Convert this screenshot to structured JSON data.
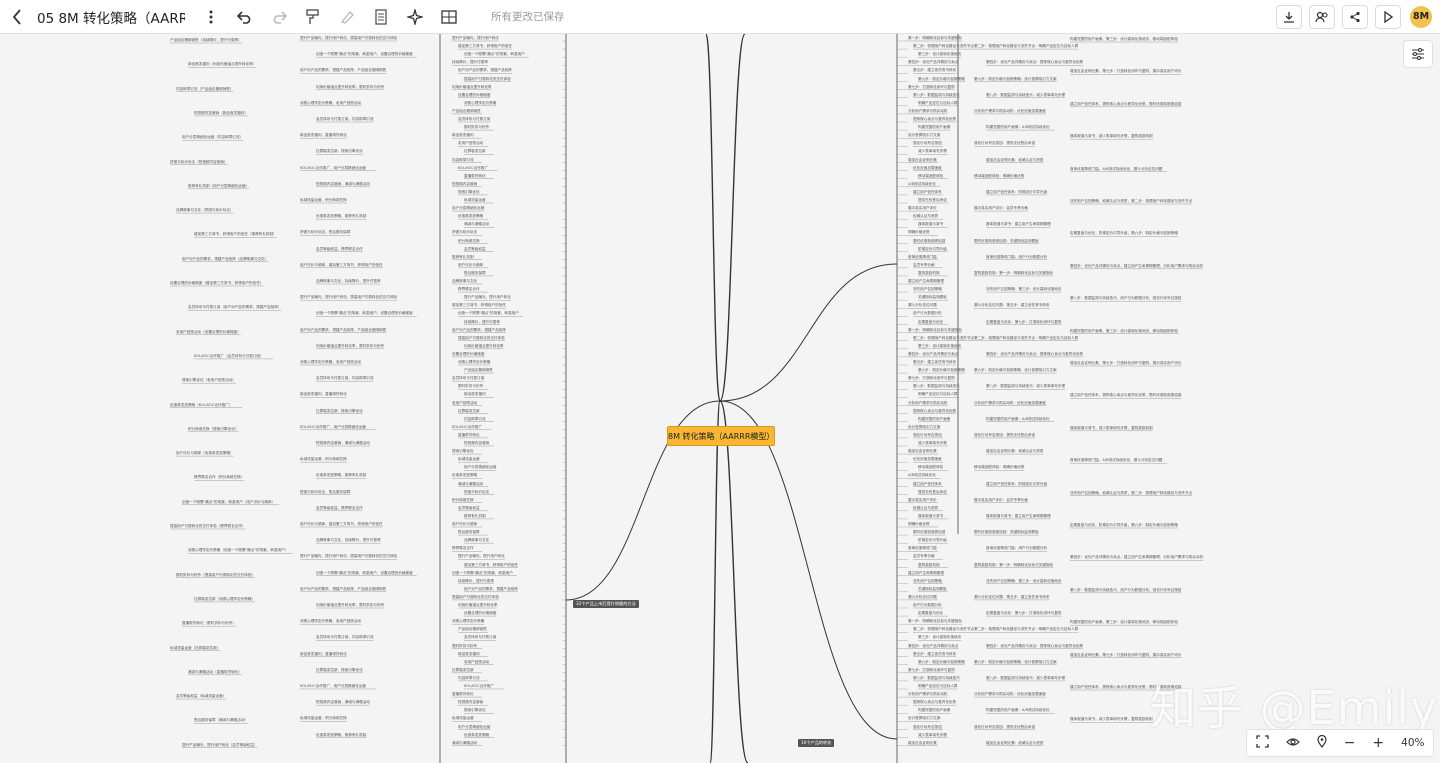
{
  "document": {
    "title": "05 8M 转化策略（AARRR模",
    "save_status": "所有更改已保存"
  },
  "toolbar": {
    "back_icon": "chevron-left-icon",
    "more_icon": "vertical-dots-icon",
    "undo_icon": "undo-icon",
    "redo_icon": "redo-icon",
    "format_painter_icon": "format-painter-icon",
    "clear_format_icon": "clear-format-icon",
    "insert_icon": "insert-icon",
    "ai_icon": "sparkle-icon",
    "structure_icon": "structure-icon"
  },
  "right_tools": {
    "download_icon": "download-icon",
    "collaborate_icon": "people-icon",
    "share_icon": "share-icon",
    "present_icon": "play-icon",
    "avatar_label": "8M"
  },
  "mindmap": {
    "root": "8M 转化策略（AARRR模型）",
    "branch_left_1": "32个产品上市后提升销量的方法",
    "branch_left_2": "10个产品的转化",
    "left_nodes": [
      "提升产品曝光，提升用户转化",
      "增加第三方背书，获得用户的信任",
      "创造一个刚需\"痛点\"的场景，刺激用户",
      "持续降价，提升付费率",
      "用户对产品的需求、搭建产品矩阵",
      "提高用户付费转化的交付体验",
      "利用价格锚点提升转化率",
      "设置合理的价格梯度",
      "消费心理学定价策略",
      "产品组合捆绑销售",
      "会员体系与付费订阅",
      "限时折扣与秒杀",
      "新品首发福利",
      "老用户回馈活动",
      "社群裂变拉新",
      "内容种草引流",
      "KOL/KOC合作推广",
      "直播带货转化",
      "短视频内容营销",
      "搜索引擎优化",
      "私域流量运营",
      "用户分层精细化运营",
      "优惠券发放策略",
      "满减与满赠活动",
      "拼团与砍价玩法",
      "积分商城兑换",
      "会员等级权益",
      "推荐有礼机制",
      "用户评价与晒单",
      "售后服务保障",
      "品牌故事与文化",
      "跨界联名合作"
    ],
    "right_nodes": [
      "第一步：明确转化目标与关键指标",
      "第二步：梳理用户转化路径与流失节点",
      "第三步：设计高转化落地页",
      "第四步：优化产品详情页与卖点",
      "第五步：建立信任背书体系",
      "第六步：制定价格与促销策略",
      "第七步：打造转化闭环与复购",
      "第八步：数据监测与持续迭代",
      "明确产品定位与目标人群",
      "分析用户需求与购买动机",
      "提炼核心卖点与差异化优势",
      "构建完整的用户画像",
      "设计首屏吸引力文案",
      "强化行动号召按钮",
      "减少表单填写步骤",
      "增加社会证明元素",
      "优化页面加载速度",
      "移动端适配体验",
      "A/B测试持续优化",
      "建立用户信任体系",
      "提供无忧售后承诺",
      "展示真实用户评价",
      "权威认证与资质",
      "媒体报道与背书",
      "明确价格优势",
      "限时优惠制造紧迫感",
      "阶梯定价引导升级",
      "首单优惠降低门槛",
      "会员专享价格",
      "复购激励机制",
      "建立用户生命周期管理",
      "流失用户召回策略",
      "关键指标监测看板",
      "漏斗分析定位问题",
      "用户行为数据分析",
      "定期复盘与优化"
    ]
  },
  "side_button_icon": "settings-sliders-icon",
  "bottom_bar": {
    "fit_icon": "fit-screen-icon",
    "view_icon": "eye-icon",
    "locate_icon": "location-icon",
    "zoom_out": "−",
    "zoom_in": "+",
    "zoom_level": "40%"
  },
  "watermark": "知乎 @Emily"
}
